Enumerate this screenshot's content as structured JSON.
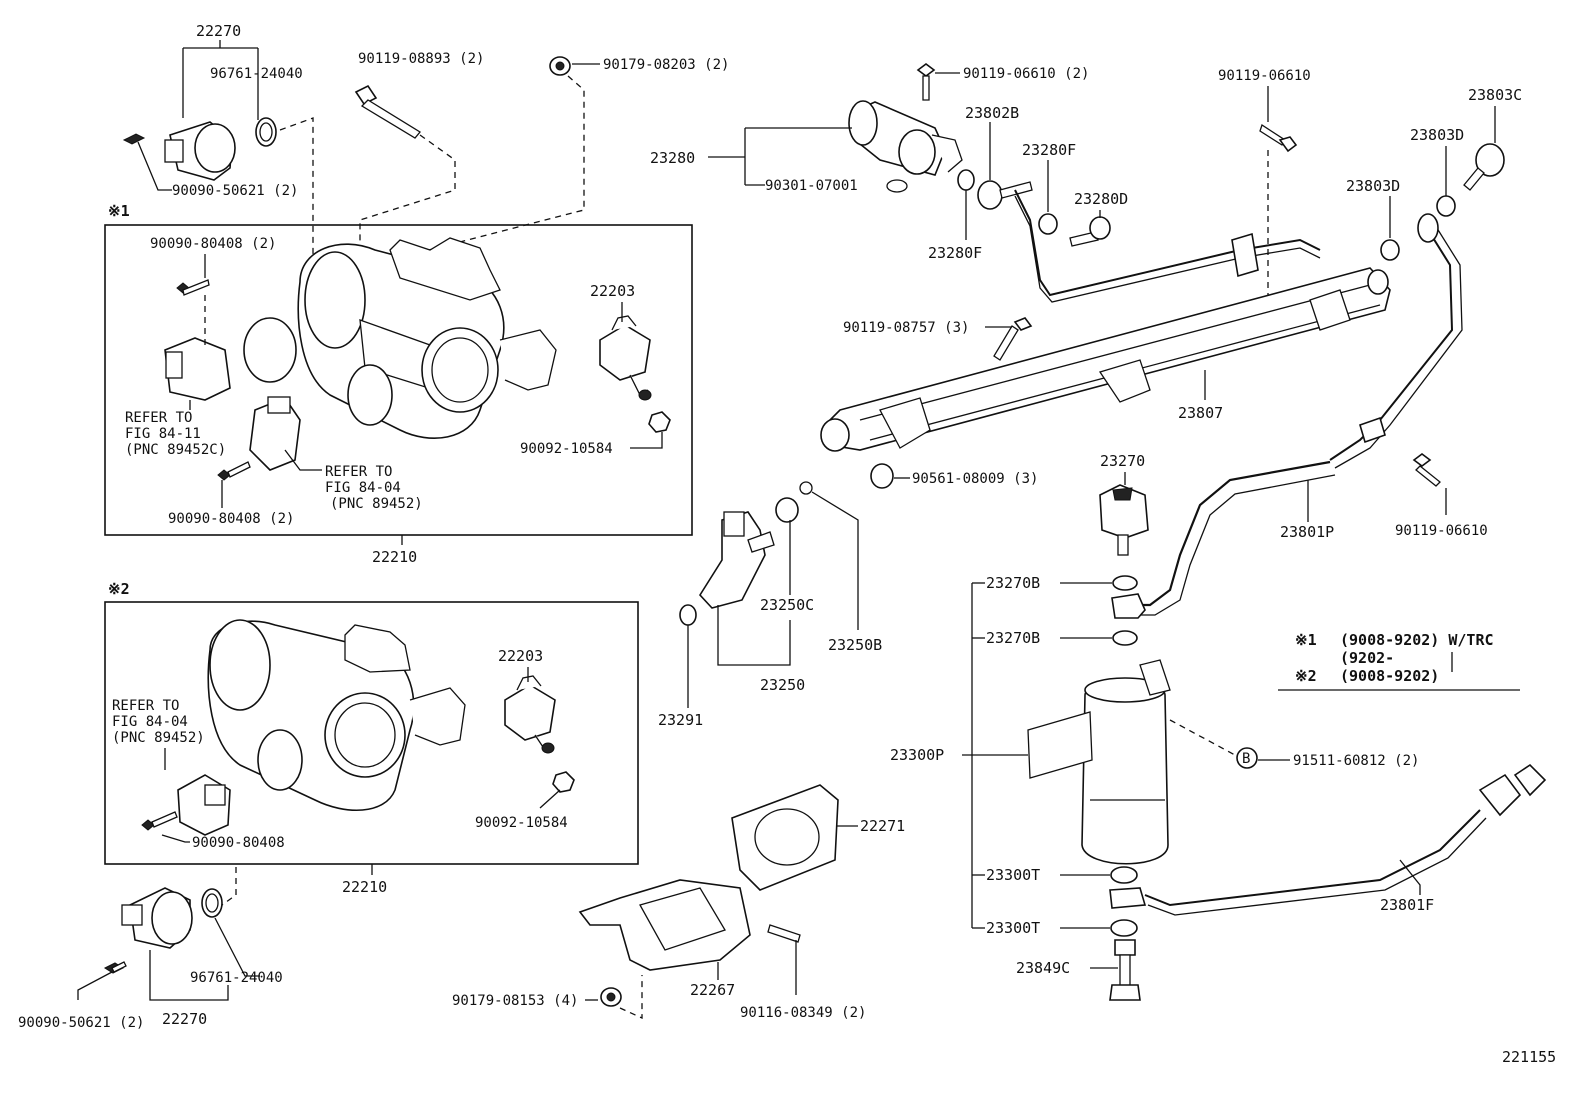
{
  "callouts": {
    "c22270_top": "22270",
    "c96761_top": "96761-24040",
    "c90090_50621_top": "90090-50621 (2)",
    "c90119_08893": "90119-08893 (2)",
    "c90179_08203": "90179-08203 (2)",
    "c90090_80408_a": "90090-80408 (2)",
    "c22203_a": "22203",
    "c90092_10584_a": "90092-10584",
    "c90090_80408_b": "90090-80408 (2)",
    "c22210_a": "22210",
    "c22203_b": "22203",
    "c90092_10584_b": "90092-10584",
    "c90090_80408_c": "90090-80408",
    "c22210_b": "22210",
    "c96761_bot": "96761-24040",
    "c90090_50621_bot": "90090-50621 (2)",
    "c22270_bot": "22270",
    "c23280": "23280",
    "c90301_07001": "90301-07001",
    "c90119_06610_a": "90119-06610 (2)",
    "c23802B": "23802B",
    "c23280F_a": "23280F",
    "c23280F_b": "23280F",
    "c23280D": "23280D",
    "c90119_06610_b": "90119-06610",
    "c23803C": "23803C",
    "c23803D_a": "23803D",
    "c23803D_b": "23803D",
    "c90119_08757": "90119-08757 (3)",
    "c23807": "23807",
    "c90561_08009": "90561-08009 (3)",
    "c23270": "23270",
    "c23801P": "23801P",
    "c90119_06610_c": "90119-06610",
    "c23250C": "23250C",
    "c23250B": "23250B",
    "c23250": "23250",
    "c23291": "23291",
    "c23270B_a": "23270B",
    "c23270B_b": "23270B",
    "c23300P": "23300P",
    "c91511_60812": "91511-60812 (2)",
    "c23300T_a": "23300T",
    "c23300T_b": "23300T",
    "c23849C": "23849C",
    "c23801F": "23801F",
    "c22271": "22271",
    "c22267": "22267",
    "c90179_08153": "90179-08153 (4)",
    "c90116_08349": "90116-08349 (2)",
    "diagram_id": "221155"
  },
  "refers": {
    "a_line1": "REFER TO",
    "a_line2": "FIG 84-11",
    "a_line3": "(PNC 89452C)",
    "b_line1": "REFER TO",
    "b_line2": "FIG 84-04",
    "b_line3": "(PNC 89452)",
    "c_line1": "REFER TO",
    "c_line2": "FIG 84-04",
    "c_line3": "(PNC 89452)"
  },
  "variants": {
    "mark1": "※1",
    "mark2": "※2"
  },
  "legend": {
    "mark1": "※1",
    "row1": "(9008-9202) W/TRC",
    "row1b": "(9202-",
    "mark2": "※2",
    "row2": "(9008-9202)"
  }
}
